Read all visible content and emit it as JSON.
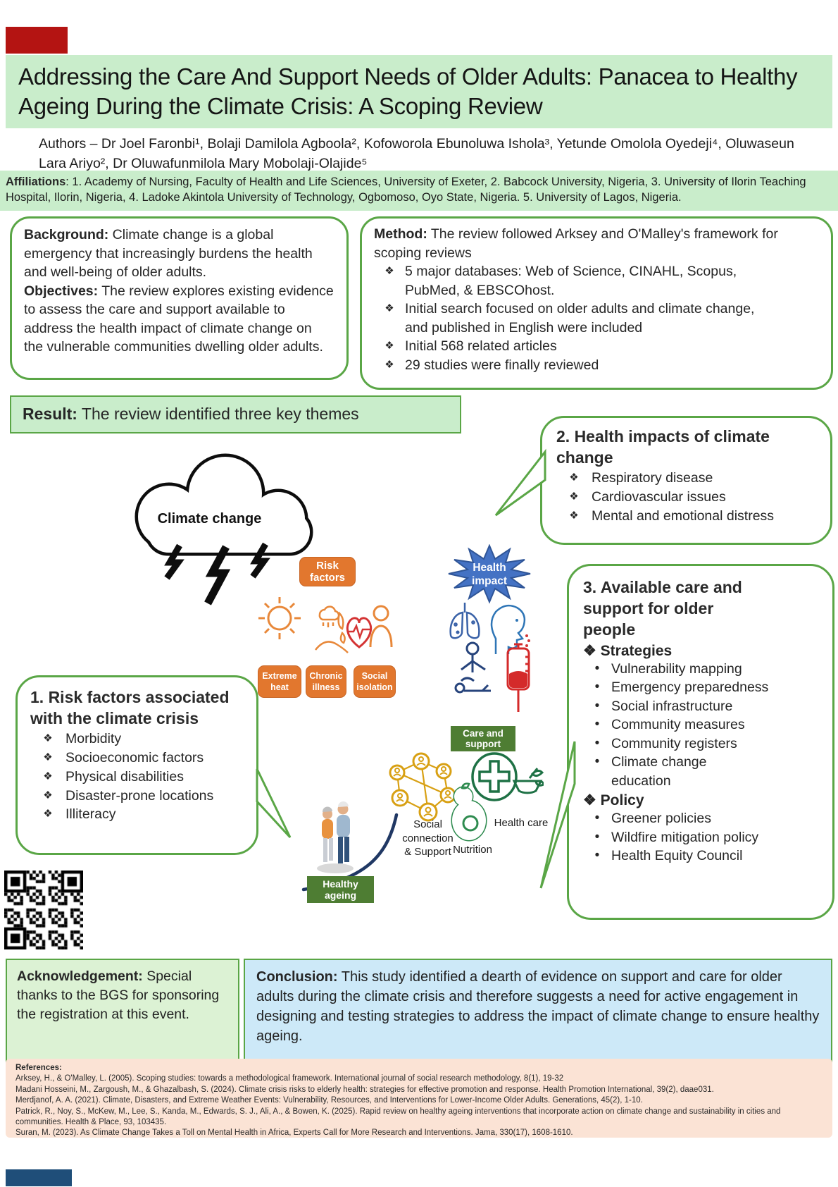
{
  "colors": {
    "header_green": "#c9edcb",
    "border_green": "#5aa646",
    "chip_orange": "#e2772e",
    "label_dark_green": "#4e7d33",
    "star_blue": "#4472c4",
    "conclusion_blue": "#cde9f8",
    "acknowledgement_green": "#dcf2d4",
    "references_peach": "#fbe3d5",
    "top_marker_red": "#b41412",
    "bottom_marker_blue": "#1f4e79"
  },
  "glyphs": {
    "diamond": "❖",
    "bullet": "•"
  },
  "header": {
    "title": "Addressing the Care And Support Needs of Older Adults: Panacea to Healthy Ageing During the Climate Crisis: A Scoping Review",
    "authors": "Authors – Dr Joel Faronbi¹, Bolaji Damilola Agboola², Kofoworola Ebunoluwa Ishola³, Yetunde Omolola Oyedeji⁴, Oluwaseun Lara Ariyo², Dr Oluwafunmilola Mary Mobolaji-Olajide⁵",
    "affiliations_label": "Affiliations",
    "affiliations_text": ": 1. Academy of Nursing, Faculty of Health and Life Sciences, University of Exeter, 2. Babcock University, Nigeria, 3. University of Ilorin Teaching Hospital, Ilorin, Nigeria, 4. Ladoke Akintola University of Technology, Ogbomoso, Oyo State, Nigeria. 5. University of Lagos, Nigeria."
  },
  "background_box": {
    "label": "Background:",
    "text": " Climate change is a global emergency that increasingly burdens the health and well-being of older adults.",
    "objectives_label": "Objectives:",
    "objectives_text": " The review explores existing evidence to assess the care and support available to address the health impact of climate change on the vulnerable communities dwelling older adults."
  },
  "method_box": {
    "label": "Method:",
    "intro": " The review followed Arksey and O'Malley's framework for scoping reviews",
    "bullets": [
      "5 major databases: Web of Science, CINAHL, Scopus, PubMed, & EBSCOhost.",
      "Initial search focused on older adults and climate change, and published in English were included",
      "Initial 568 related articles",
      "29 studies were finally reviewed"
    ]
  },
  "result_banner": {
    "label": "Result:",
    "text": " The review identified three key themes"
  },
  "theme1": {
    "title": "1. Risk factors associated with the climate crisis",
    "items": [
      "Morbidity",
      "Socioeconomic factors",
      "Physical disabilities",
      "Disaster-prone locations",
      "Illiteracy"
    ]
  },
  "theme2": {
    "title": "2. Health impacts of climate change",
    "items": [
      "Respiratory disease",
      "Cardiovascular issues",
      "Mental and emotional distress"
    ]
  },
  "theme3": {
    "title": "3. Available care and support for older people",
    "strategies_label": "Strategies",
    "strategies": [
      "Vulnerability mapping",
      "Emergency preparedness",
      "Social infrastructure",
      "Community measures",
      "Community registers",
      "Climate change education"
    ],
    "policy_label": "Policy",
    "policies": [
      "Greener policies",
      "Wildfire mitigation policy",
      "Health Equity Council"
    ]
  },
  "diagram": {
    "climate_change": "Climate change",
    "risk_factors": "Risk factors",
    "extreme_heat": "Extreme heat",
    "chronic_illness": "Chronic illness",
    "social_isolation": "Social isolation",
    "health_impact_line1": "Health",
    "health_impact_line2": "impact",
    "care_and_support": "Care and support",
    "social_connection_line1": "Social",
    "social_connection_line2": "connection",
    "social_connection_line3": "& Support",
    "nutrition": "Nutrition",
    "health_care": "Health care",
    "healthy_ageing": "Healthy ageing"
  },
  "acknowledgement": {
    "label": "Acknowledgement:",
    "text": " Special thanks to the BGS for sponsoring the registration at this event."
  },
  "conclusion": {
    "label": "Conclusion:",
    "text": " This study identified a dearth of evidence on support and care for older adults during the climate crisis and therefore suggests a need for active engagement in designing and testing strategies to address the impact of climate change to ensure healthy ageing."
  },
  "references": {
    "label": "References:",
    "items": [
      "Arksey, H., & O'Malley, L. (2005). Scoping studies: towards a methodological framework. International journal of social research methodology, 8(1), 19-32",
      "Madani Hosseini, M., Zargoush, M., & Ghazalbash, S. (2024). Climate crisis risks to elderly health: strategies for effective promotion and response. Health Promotion International, 39(2), daae031.",
      "Merdjanof, A. A. (2021). Climate, Disasters, and Extreme Weather Events: Vulnerability, Resources, and Interventions for Lower-Income Older Adults. Generations, 45(2), 1-10.",
      "Patrick, R., Noy, S., McKew, M., Lee, S., Kanda, M., Edwards, S. J., Ali, A., & Bowen, K. (2025). Rapid review on healthy ageing interventions that incorporate action on climate change and sustainability in cities and communities. Health & Place, 93, 103435.",
      "Suran, M. (2023). As Climate Change Takes a Toll on Mental Health in Africa, Experts Call for More Research and Interventions. Jama, 330(17), 1608-1610."
    ]
  }
}
